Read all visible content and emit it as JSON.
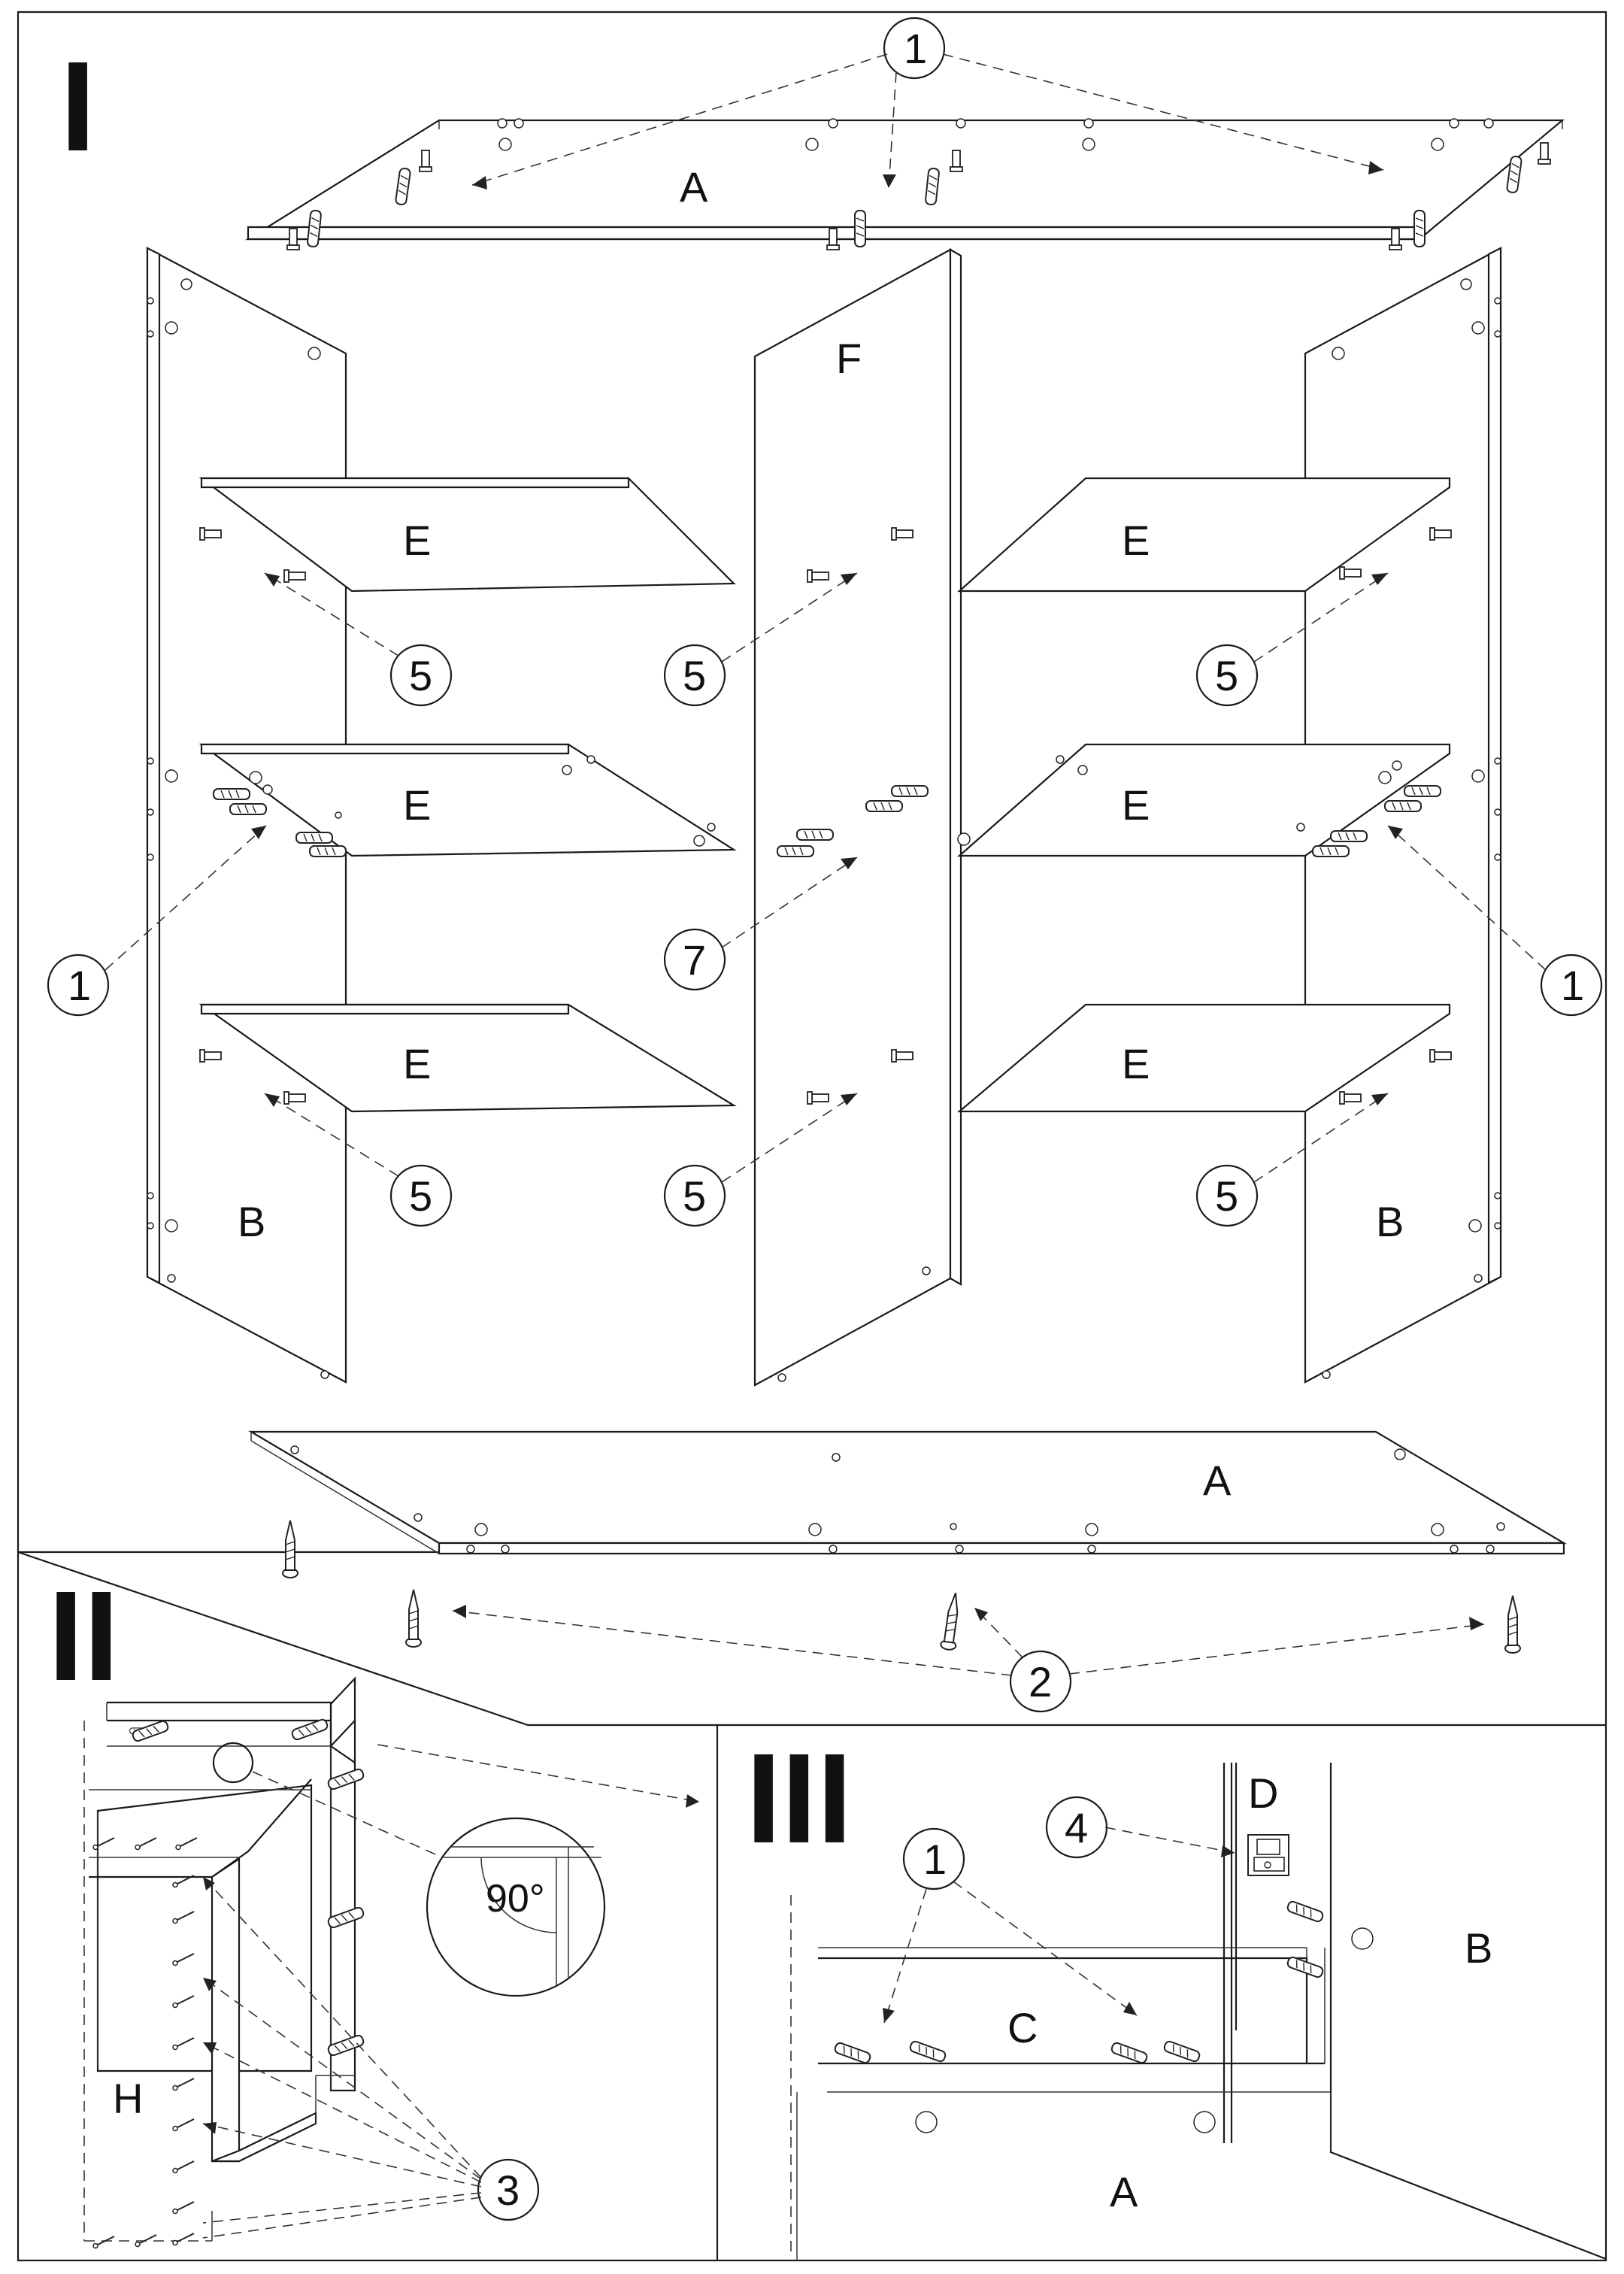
{
  "colors": {
    "line": "#1a1a1a",
    "paper": "#ffffff"
  },
  "sections": {
    "s1": "I",
    "s2": "II",
    "s3": "III"
  },
  "parts": {
    "top_panel": "A",
    "bottom_panel": "A",
    "left_side": "B",
    "right_side": "B",
    "divider": "F",
    "shelf": "E",
    "sec3_bottom": "A",
    "sec3_side": "B",
    "sec3_rail": "C",
    "sec3_door": "D",
    "back_panel": "H"
  },
  "callouts": {
    "dowel": "1",
    "screw": "2",
    "nail": "3",
    "hinge": "4",
    "shelf_pin": "5",
    "connector": "7"
  },
  "angle_label": "90°",
  "icons": {
    "dowel": "wooden-dowel-icon",
    "screw": "confirmat-screw-icon",
    "nail": "nail-icon",
    "hinge": "cabinet-hinge-icon",
    "shelf_pin": "shelf-pin-icon"
  }
}
